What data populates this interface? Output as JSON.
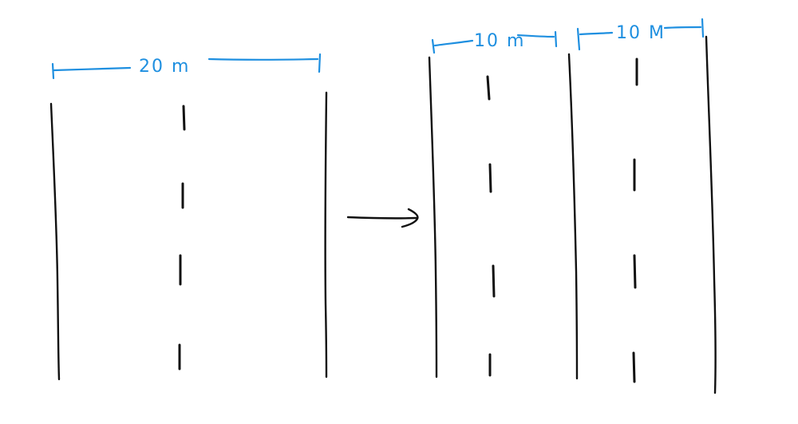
{
  "colors": {
    "ink": "#111111",
    "dimension": "#1e8fe0",
    "background": "#ffffff"
  },
  "before": {
    "width_label": "20 m"
  },
  "after": {
    "left_lane_label": "10 m",
    "right_lane_label": "10 M"
  },
  "arrow": {
    "icon": "right-arrow-icon"
  }
}
